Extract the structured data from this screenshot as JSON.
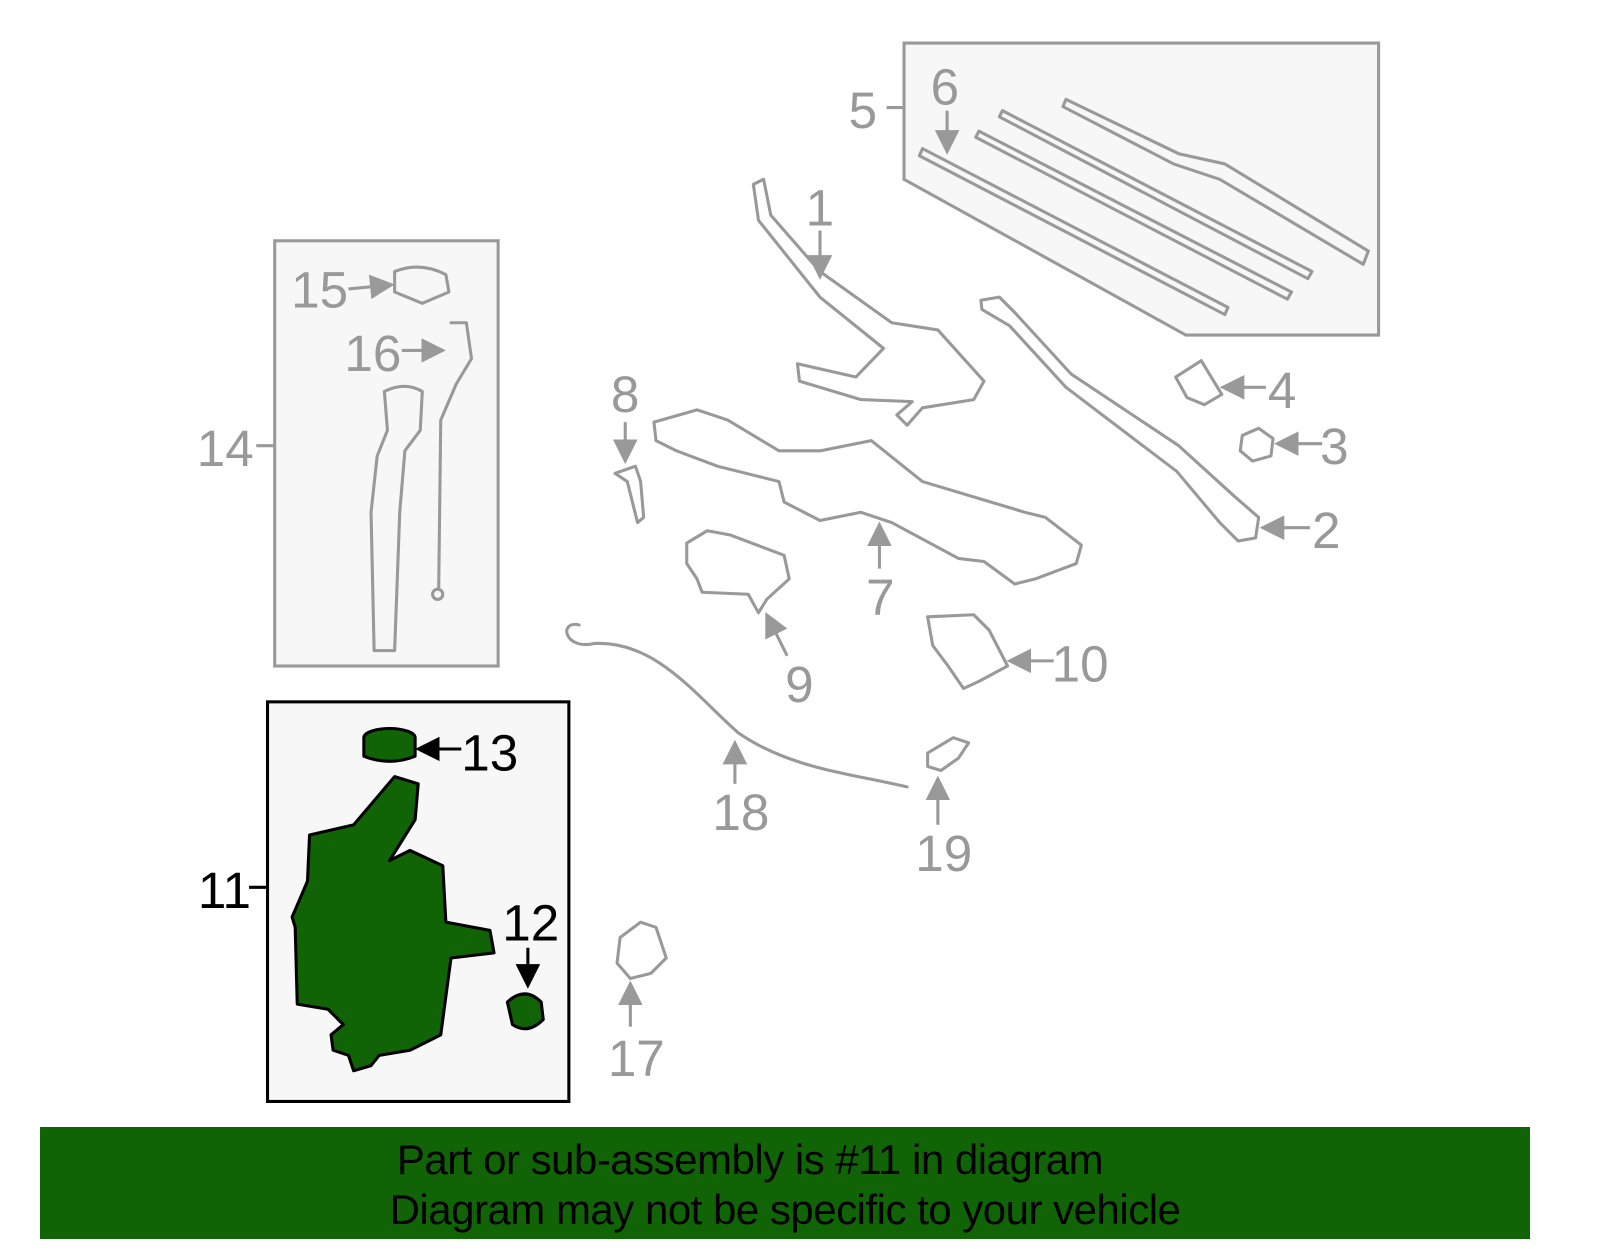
{
  "diagram": {
    "highlight_color": "#116405",
    "callouts": {
      "c1": "1",
      "c2": "2",
      "c3": "3",
      "c4": "4",
      "c5": "5",
      "c6": "6",
      "c7": "7",
      "c8": "8",
      "c9": "9",
      "c10": "10",
      "c11": "11",
      "c12": "12",
      "c13": "13",
      "c14": "14",
      "c15": "15",
      "c16": "16",
      "c17": "17",
      "c18": "18",
      "c19": "19"
    },
    "highlighted_part": "11"
  },
  "banner": {
    "line1": "Part or sub-assembly is #11 in diagram",
    "line2": "Diagram may not be specific to your vehicle"
  }
}
